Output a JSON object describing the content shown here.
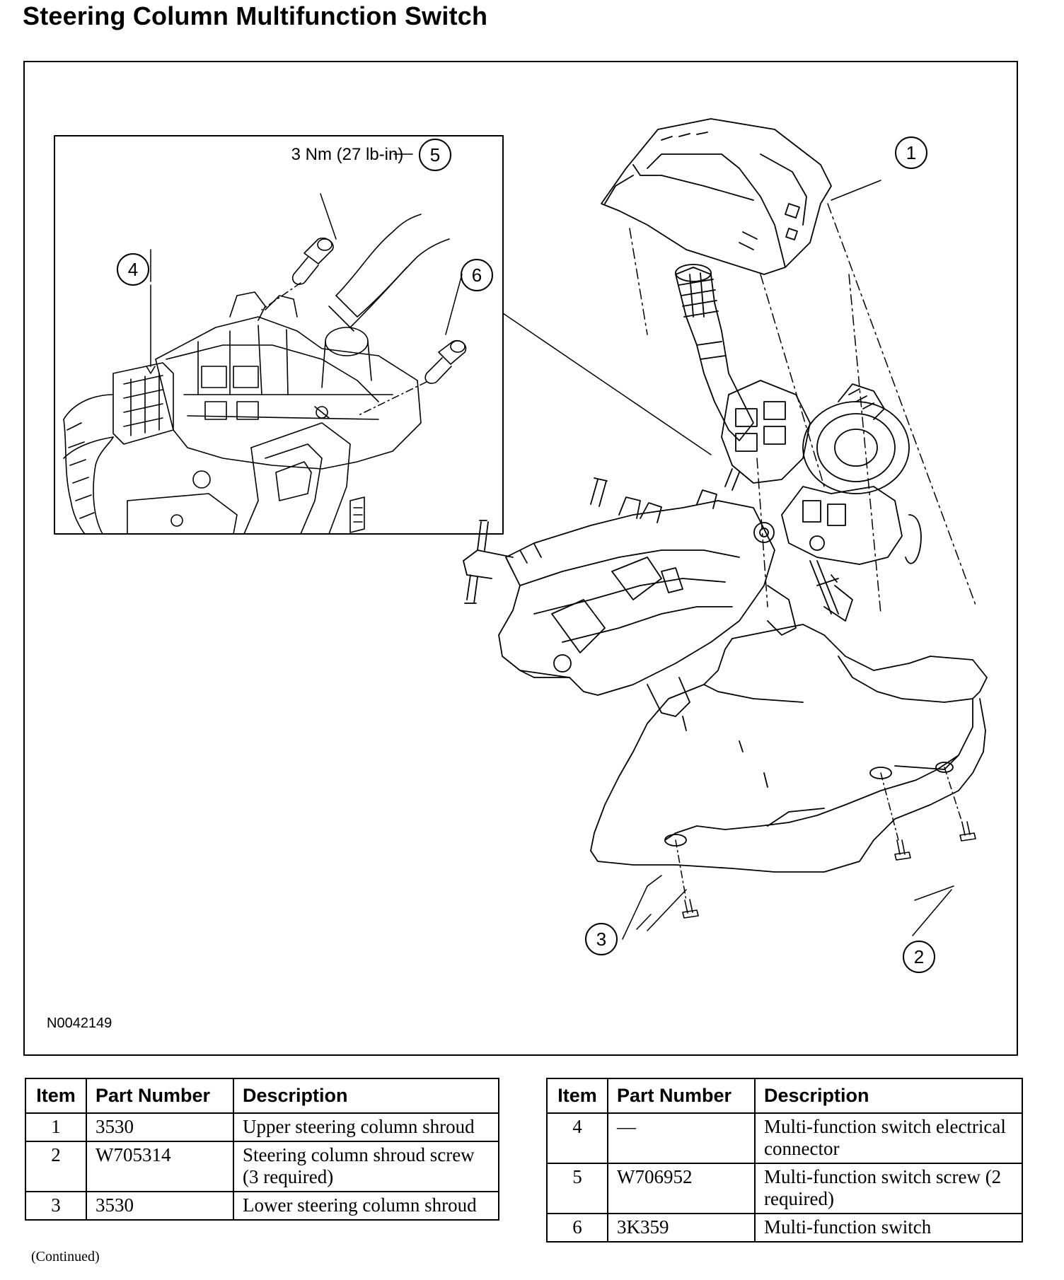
{
  "page": {
    "title": "Steering Column Multifunction Switch",
    "continued": "(Continued)"
  },
  "figure": {
    "id": "N0042149",
    "torque_spec": "3 Nm (27 lb-in)",
    "callouts": [
      "1",
      "2",
      "3",
      "4",
      "5",
      "6"
    ]
  },
  "parts_table": {
    "headers": [
      "Item",
      "Part Number",
      "Description"
    ],
    "left_rows": [
      {
        "item": "1",
        "part_number": "3530",
        "description": "Upper steering column shroud"
      },
      {
        "item": "2",
        "part_number": "W705314",
        "description": "Steering column shroud screw (3 required)"
      },
      {
        "item": "3",
        "part_number": "3530",
        "description": "Lower steering column shroud"
      }
    ],
    "right_rows": [
      {
        "item": "4",
        "part_number": "—",
        "description": "Multi-function switch electrical connector"
      },
      {
        "item": "5",
        "part_number": "W706952",
        "description": "Multi-function switch screw (2 required)"
      },
      {
        "item": "6",
        "part_number": "3K359",
        "description": "Multi-function switch"
      }
    ]
  }
}
